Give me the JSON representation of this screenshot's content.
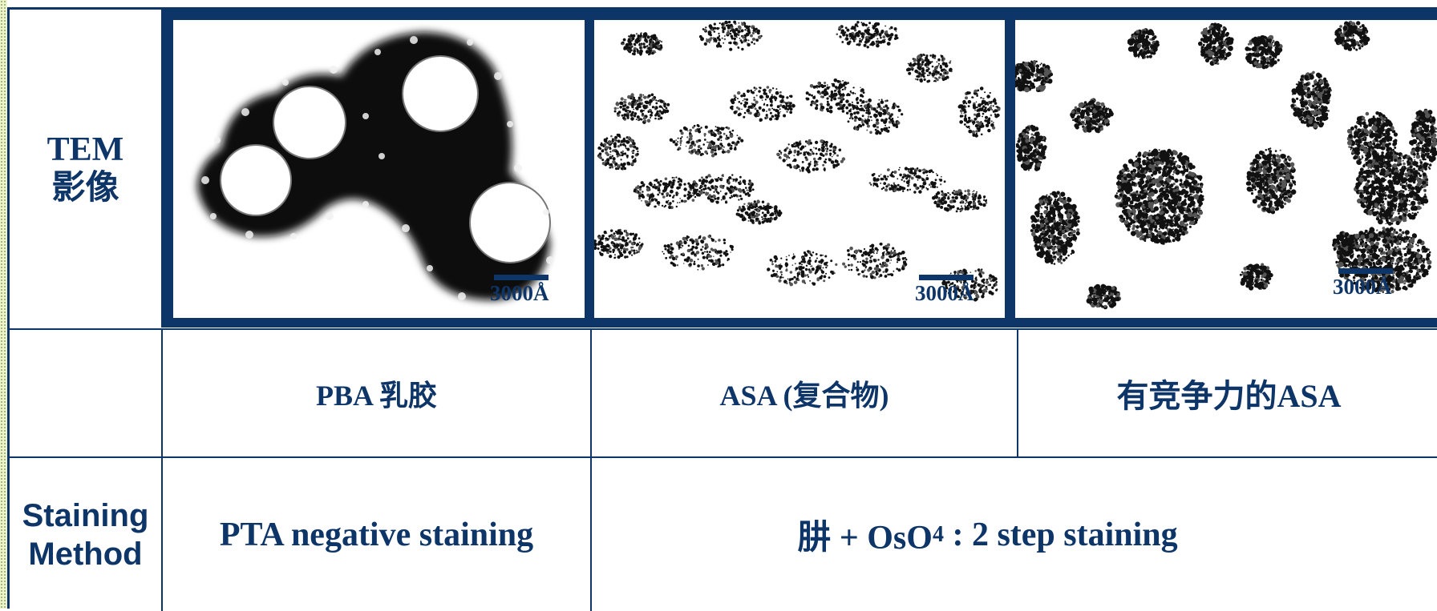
{
  "rows": {
    "image_row_label_line1": "TEM",
    "image_row_label_line2": "影像",
    "staining_label_line1": "Staining",
    "staining_label_line2": "Method"
  },
  "panels": [
    {
      "scale_label": "3000Å"
    },
    {
      "scale_label": "3000Å"
    },
    {
      "scale_label": "3000Å"
    }
  ],
  "captions": [
    "PBA 乳胶",
    "ASA (复合物)",
    "有竞争力的ASA"
  ],
  "staining": {
    "pta": "PTA negative staining",
    "two_step_prefix": "肼 + OsO",
    "two_step_subscript": "4",
    "two_step_suffix": " : 2 step staining"
  },
  "colors": {
    "navy": "#0d3568",
    "edge_strip": "#eef3d6"
  }
}
